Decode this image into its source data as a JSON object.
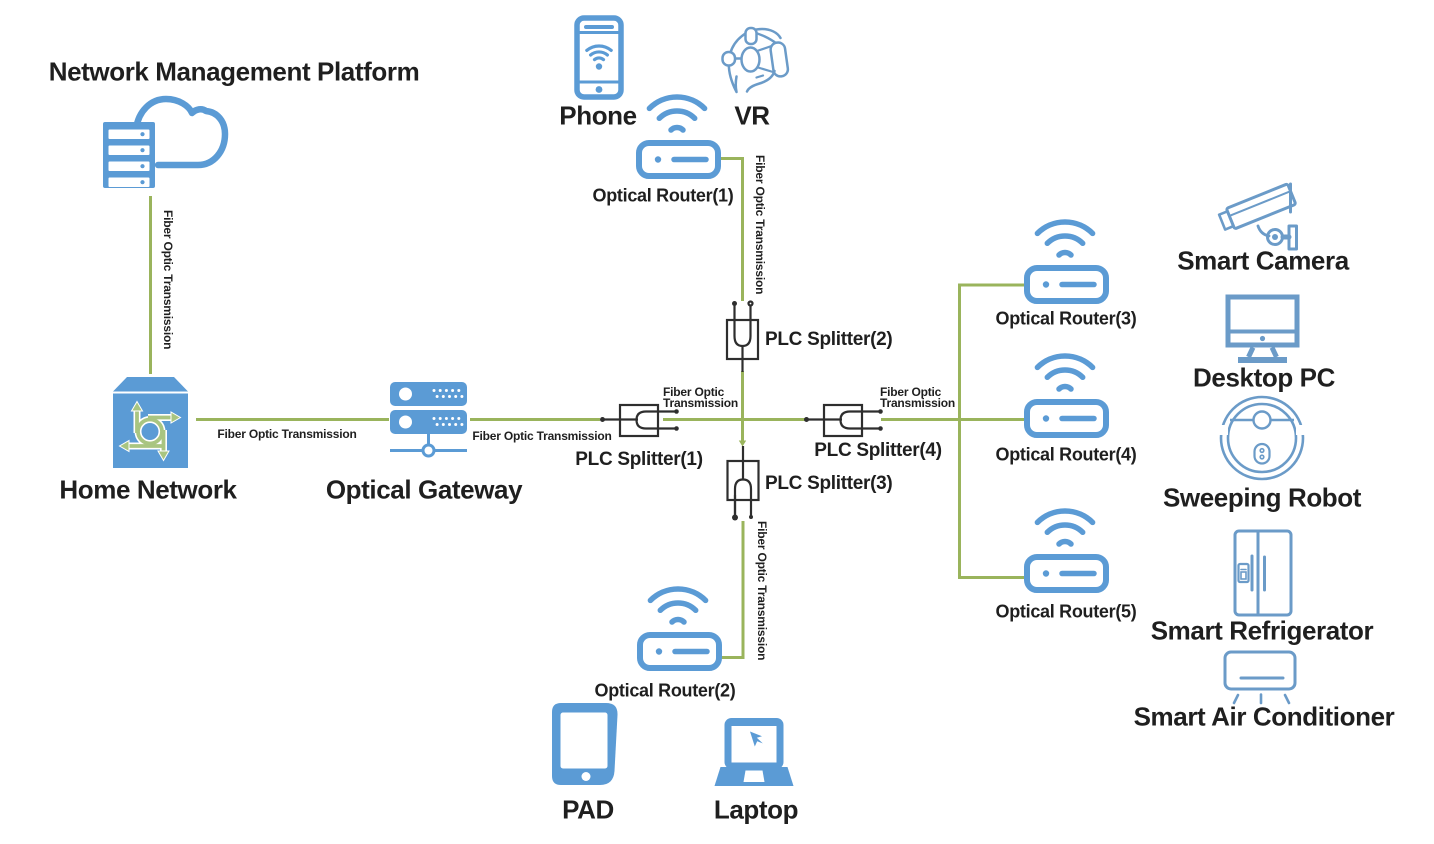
{
  "diagram": {
    "title": "Network Management Platform",
    "link_label": "Fiber Optic Transmission",
    "colors": {
      "icon_blue": "#5b9bd5",
      "icon_blue_soft": "#6b9bc8",
      "line_green": "#9ab45c",
      "arrow_green": "#a9c581",
      "ink_label": "#1f1f1f",
      "ink_splitter": "#2e2e2e"
    },
    "nodes": {
      "network_management_platform": "Network Management Platform",
      "home_network": "Home Network",
      "optical_gateway": "Optical Gateway",
      "phone": "Phone",
      "vr": "VR",
      "pad": "PAD",
      "laptop": "Laptop",
      "optical_router_1": "Optical Router(1)",
      "optical_router_2": "Optical Router(2)",
      "optical_router_3": "Optical Router(3)",
      "optical_router_4": "Optical Router(4)",
      "optical_router_5": "Optical Router(5)",
      "plc_splitter_1": "PLC Splitter(1)",
      "plc_splitter_2": "PLC Splitter(2)",
      "plc_splitter_3": "PLC Splitter(3)",
      "plc_splitter_4": "PLC Splitter(4)",
      "smart_camera": "Smart Camera",
      "desktop_pc": "Desktop PC",
      "sweeping_robot": "Sweeping Robot",
      "smart_refrigerator": "Smart Refrigerator",
      "smart_air_conditioner": "Smart Air Conditioner"
    }
  }
}
